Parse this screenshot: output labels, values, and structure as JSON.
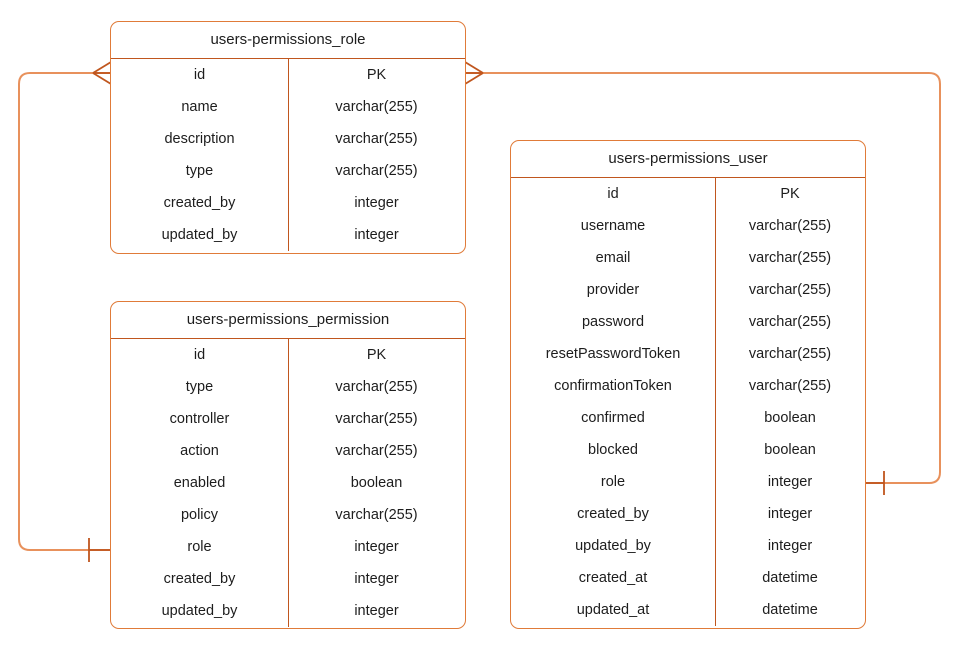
{
  "diagram": {
    "kind": "entity-relationship-diagram",
    "notation": "crows-foot",
    "colors": {
      "entity_border": "#e07b39",
      "entity_divider": "#c0561e",
      "relationship_line": "#e8915c",
      "relationship_marker": "#c0561e",
      "text": "#1d1d1d",
      "background": "#ffffff"
    },
    "columns": [
      "field",
      "type"
    ]
  },
  "tables": [
    {
      "id": "users-permissions_role",
      "title": "users-permissions_role",
      "rows": [
        {
          "field": "id",
          "type": "PK"
        },
        {
          "field": "name",
          "type": "varchar(255)"
        },
        {
          "field": "description",
          "type": "varchar(255)"
        },
        {
          "field": "type",
          "type": "varchar(255)"
        },
        {
          "field": "created_by",
          "type": "integer"
        },
        {
          "field": "updated_by",
          "type": "integer"
        }
      ]
    },
    {
      "id": "users-permissions_permission",
      "title": "users-permissions_permission",
      "rows": [
        {
          "field": "id",
          "type": "PK"
        },
        {
          "field": "type",
          "type": "varchar(255)"
        },
        {
          "field": "controller",
          "type": "varchar(255)"
        },
        {
          "field": "action",
          "type": "varchar(255)"
        },
        {
          "field": "enabled",
          "type": "boolean"
        },
        {
          "field": "policy",
          "type": "varchar(255)"
        },
        {
          "field": "role",
          "type": "integer"
        },
        {
          "field": "created_by",
          "type": "integer"
        },
        {
          "field": "updated_by",
          "type": "integer"
        }
      ]
    },
    {
      "id": "users-permissions_user",
      "title": "users-permissions_user",
      "rows": [
        {
          "field": "id",
          "type": "PK"
        },
        {
          "field": "username",
          "type": "varchar(255)"
        },
        {
          "field": "email",
          "type": "varchar(255)"
        },
        {
          "field": "provider",
          "type": "varchar(255)"
        },
        {
          "field": "password",
          "type": "varchar(255)"
        },
        {
          "field": "resetPasswordToken",
          "type": "varchar(255)"
        },
        {
          "field": "confirmationToken",
          "type": "varchar(255)"
        },
        {
          "field": "confirmed",
          "type": "boolean"
        },
        {
          "field": "blocked",
          "type": "boolean"
        },
        {
          "field": "role",
          "type": "integer"
        },
        {
          "field": "created_by",
          "type": "integer"
        },
        {
          "field": "updated_by",
          "type": "integer"
        },
        {
          "field": "created_at",
          "type": "datetime"
        },
        {
          "field": "updated_at",
          "type": "datetime"
        }
      ]
    }
  ],
  "relationships": [
    {
      "id": "role-to-permission",
      "from_table": "users-permissions_permission",
      "from_marker": "one",
      "to_table": "users-permissions_role",
      "to_marker": "many"
    },
    {
      "id": "role-to-user",
      "from_table": "users-permissions_user",
      "from_marker": "one",
      "to_table": "users-permissions_role",
      "to_marker": "many"
    }
  ]
}
